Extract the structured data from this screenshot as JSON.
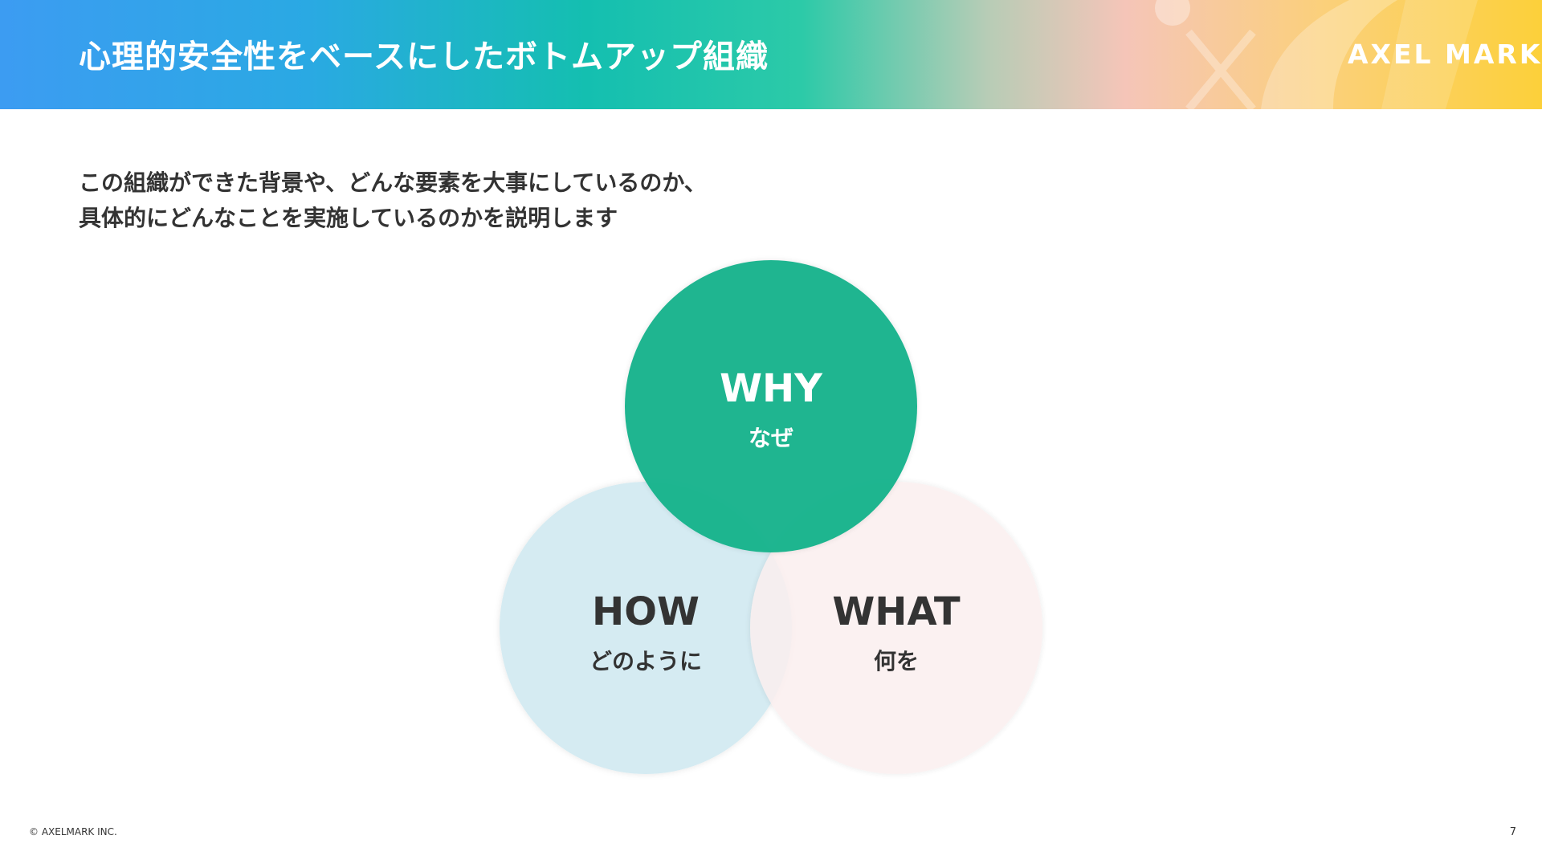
{
  "header": {
    "title": "心理的安全性をベースにしたボトムアップ組織",
    "logo": "AXEL MARK"
  },
  "lead": {
    "line1": "この組織ができた背景や、どんな要素を大事にしているのか、",
    "line2": "具体的にどんなことを実施しているのかを説明します"
  },
  "venn": {
    "why": {
      "label": "WHY",
      "sub": "なぜ",
      "color": "#19b38c"
    },
    "how": {
      "label": "HOW",
      "sub": "どのように",
      "color": "#d5ebf2"
    },
    "what": {
      "label": "WHAT",
      "sub": "何を",
      "color": "#fbefef"
    }
  },
  "footer": {
    "copyright": "© AXELMARK INC.",
    "page_number": "7"
  }
}
